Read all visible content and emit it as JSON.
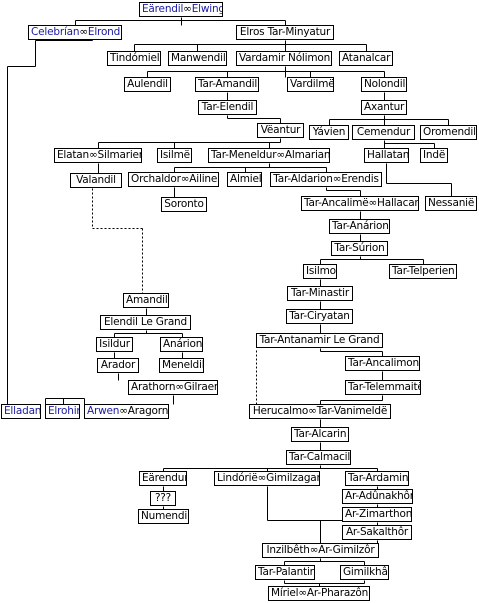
{
  "colors": {
    "line": "#000000",
    "elf_text": "#1a1aa0",
    "text": "#000000"
  },
  "nodes": [
    {
      "id": "earendil_elwing",
      "parts": [
        {
          "t": "Eärendil",
          "c": "blue"
        },
        {
          "t": "∞",
          "c": "black"
        },
        {
          "t": "Elwing",
          "c": "blue"
        }
      ]
    },
    {
      "id": "celebrian_elrond",
      "parts": [
        {
          "t": "Celebrían",
          "c": "blue"
        },
        {
          "t": "∞",
          "c": "black"
        },
        {
          "t": "Elrond",
          "c": "blue"
        }
      ]
    },
    {
      "id": "elros",
      "parts": [
        {
          "t": "Elros Tar-Minyatur",
          "c": "black"
        }
      ]
    },
    {
      "id": "tindomiel",
      "parts": [
        {
          "t": "Tindómiel",
          "c": "black"
        }
      ]
    },
    {
      "id": "manwendil",
      "parts": [
        {
          "t": "Manwendil",
          "c": "black"
        }
      ]
    },
    {
      "id": "vardamir",
      "parts": [
        {
          "t": "Vardamir Nólimon",
          "c": "black"
        }
      ]
    },
    {
      "id": "atanalcar",
      "parts": [
        {
          "t": "Atanalcar",
          "c": "black"
        }
      ]
    },
    {
      "id": "aulendil",
      "parts": [
        {
          "t": "Aulendil",
          "c": "black"
        }
      ]
    },
    {
      "id": "tar_amandil",
      "parts": [
        {
          "t": "Tar-Amandil",
          "c": "black"
        }
      ]
    },
    {
      "id": "vardilme",
      "parts": [
        {
          "t": "Vardilmë",
          "c": "black"
        }
      ]
    },
    {
      "id": "nolondil",
      "parts": [
        {
          "t": "Nolondil",
          "c": "black"
        }
      ]
    },
    {
      "id": "tar_elendil",
      "parts": [
        {
          "t": "Tar-Elendil",
          "c": "black"
        }
      ]
    },
    {
      "id": "axantur",
      "parts": [
        {
          "t": "Axantur",
          "c": "black"
        }
      ]
    },
    {
      "id": "veantur",
      "parts": [
        {
          "t": "Vëantur",
          "c": "black"
        }
      ]
    },
    {
      "id": "yavien",
      "parts": [
        {
          "t": "Yávien",
          "c": "black"
        }
      ]
    },
    {
      "id": "cemendur",
      "parts": [
        {
          "t": "Cemendur",
          "c": "black"
        }
      ]
    },
    {
      "id": "oromendil",
      "parts": [
        {
          "t": "Oromendil",
          "c": "black"
        }
      ]
    },
    {
      "id": "elatan_silmarien",
      "parts": [
        {
          "t": "Elatan∞Silmarien",
          "c": "black"
        }
      ]
    },
    {
      "id": "isilme",
      "parts": [
        {
          "t": "Isilmë",
          "c": "black"
        }
      ]
    },
    {
      "id": "meneldur_almarian",
      "parts": [
        {
          "t": "Tar-Meneldur∞Almarian",
          "c": "black"
        }
      ]
    },
    {
      "id": "hallatan",
      "parts": [
        {
          "t": "Hallatan",
          "c": "black"
        }
      ]
    },
    {
      "id": "inde",
      "parts": [
        {
          "t": "Indë",
          "c": "black"
        }
      ]
    },
    {
      "id": "valandil",
      "parts": [
        {
          "t": "Valandil",
          "c": "black"
        }
      ]
    },
    {
      "id": "orchaldor_ailinel",
      "parts": [
        {
          "t": "Orchaldor∞Ailinel",
          "c": "black"
        }
      ]
    },
    {
      "id": "almiel",
      "parts": [
        {
          "t": "Almiel",
          "c": "black"
        }
      ]
    },
    {
      "id": "aldarion_erendis",
      "parts": [
        {
          "t": "Tar-Aldarion∞Erendis",
          "c": "black"
        }
      ]
    },
    {
      "id": "soronto",
      "parts": [
        {
          "t": "Soronto",
          "c": "black"
        }
      ]
    },
    {
      "id": "ancalime_hallacar",
      "parts": [
        {
          "t": "Tar-Ancalimë∞Hallacar",
          "c": "black"
        }
      ]
    },
    {
      "id": "nessanie",
      "parts": [
        {
          "t": "Nessanië",
          "c": "black"
        }
      ]
    },
    {
      "id": "anarion",
      "parts": [
        {
          "t": "Tar-Anárion",
          "c": "black"
        }
      ]
    },
    {
      "id": "surion",
      "parts": [
        {
          "t": "Tar-Súrion",
          "c": "black"
        }
      ]
    },
    {
      "id": "isilmo",
      "parts": [
        {
          "t": "Isilmo",
          "c": "black"
        }
      ]
    },
    {
      "id": "telperien",
      "parts": [
        {
          "t": "Tar-Telperien",
          "c": "black"
        }
      ]
    },
    {
      "id": "minastir",
      "parts": [
        {
          "t": "Tar-Minastir",
          "c": "black"
        }
      ]
    },
    {
      "id": "amandil",
      "parts": [
        {
          "t": "Amandil",
          "c": "black"
        }
      ]
    },
    {
      "id": "ciryatan",
      "parts": [
        {
          "t": "Tar-Ciryatan",
          "c": "black"
        }
      ]
    },
    {
      "id": "elendil",
      "parts": [
        {
          "t": "Elendil Le Grand",
          "c": "black"
        }
      ]
    },
    {
      "id": "antanamir",
      "parts": [
        {
          "t": "Tar-Antanamir Le Grand",
          "c": "black"
        }
      ]
    },
    {
      "id": "isildur",
      "parts": [
        {
          "t": "Isildur",
          "c": "black"
        }
      ]
    },
    {
      "id": "anarion2",
      "parts": [
        {
          "t": "Anárion",
          "c": "black"
        }
      ]
    },
    {
      "id": "ancalimon",
      "parts": [
        {
          "t": "Tar-Ancalimon",
          "c": "black"
        }
      ]
    },
    {
      "id": "arador",
      "parts": [
        {
          "t": "Arador",
          "c": "black"
        }
      ]
    },
    {
      "id": "meneldil",
      "parts": [
        {
          "t": "Meneldil",
          "c": "black"
        }
      ]
    },
    {
      "id": "telemmaite",
      "parts": [
        {
          "t": "Tar-Telemmaitë",
          "c": "black"
        }
      ]
    },
    {
      "id": "arathorn_gilraen",
      "parts": [
        {
          "t": "Arathorn∞Gilraen",
          "c": "black"
        }
      ]
    },
    {
      "id": "elladan",
      "parts": [
        {
          "t": "Elladan",
          "c": "blue"
        }
      ]
    },
    {
      "id": "elrohir",
      "parts": [
        {
          "t": "Elrohir",
          "c": "blue"
        }
      ]
    },
    {
      "id": "arwen_aragorn",
      "parts": [
        {
          "t": "Arwen",
          "c": "blue"
        },
        {
          "t": "∞Aragorn",
          "c": "black"
        }
      ]
    },
    {
      "id": "herucalmo_vanimelde",
      "parts": [
        {
          "t": "Herucalmo∞Tar-Vanimeldë",
          "c": "black"
        }
      ]
    },
    {
      "id": "alcarin",
      "parts": [
        {
          "t": "Tar-Alcarin",
          "c": "black"
        }
      ]
    },
    {
      "id": "calmacil",
      "parts": [
        {
          "t": "Tar-Calmacil",
          "c": "black"
        }
      ]
    },
    {
      "id": "earendur",
      "parts": [
        {
          "t": "Eärendur",
          "c": "black"
        }
      ]
    },
    {
      "id": "lindorie_gimilzagar",
      "parts": [
        {
          "t": "Lindórië∞Gimilzagar",
          "c": "black"
        }
      ]
    },
    {
      "id": "ardamin",
      "parts": [
        {
          "t": "Tar-Ardamin",
          "c": "black"
        }
      ]
    },
    {
      "id": "unknown",
      "parts": [
        {
          "t": "???",
          "c": "black"
        }
      ]
    },
    {
      "id": "adunakhor",
      "parts": [
        {
          "t": "Ar-Adûnakhôr",
          "c": "black"
        }
      ]
    },
    {
      "id": "numendil",
      "parts": [
        {
          "t": "Numendil",
          "c": "black"
        }
      ]
    },
    {
      "id": "zimarthon",
      "parts": [
        {
          "t": "Ar-Zimarthon",
          "c": "black"
        }
      ]
    },
    {
      "id": "sakalthor",
      "parts": [
        {
          "t": "Ar-Sakalthôr",
          "c": "black"
        }
      ]
    },
    {
      "id": "inzilbeth_gimilzor",
      "parts": [
        {
          "t": "Inzilbêth∞Ar-Gimilzôr",
          "c": "black"
        }
      ]
    },
    {
      "id": "palantir",
      "parts": [
        {
          "t": "Tar-Palantir",
          "c": "black"
        }
      ]
    },
    {
      "id": "gimilkhad",
      "parts": [
        {
          "t": "Gimilkhâd",
          "c": "black"
        }
      ]
    },
    {
      "id": "miriel_pharazon",
      "parts": [
        {
          "t": "Míriel∞Ar-Pharazôn",
          "c": "black"
        }
      ]
    }
  ]
}
